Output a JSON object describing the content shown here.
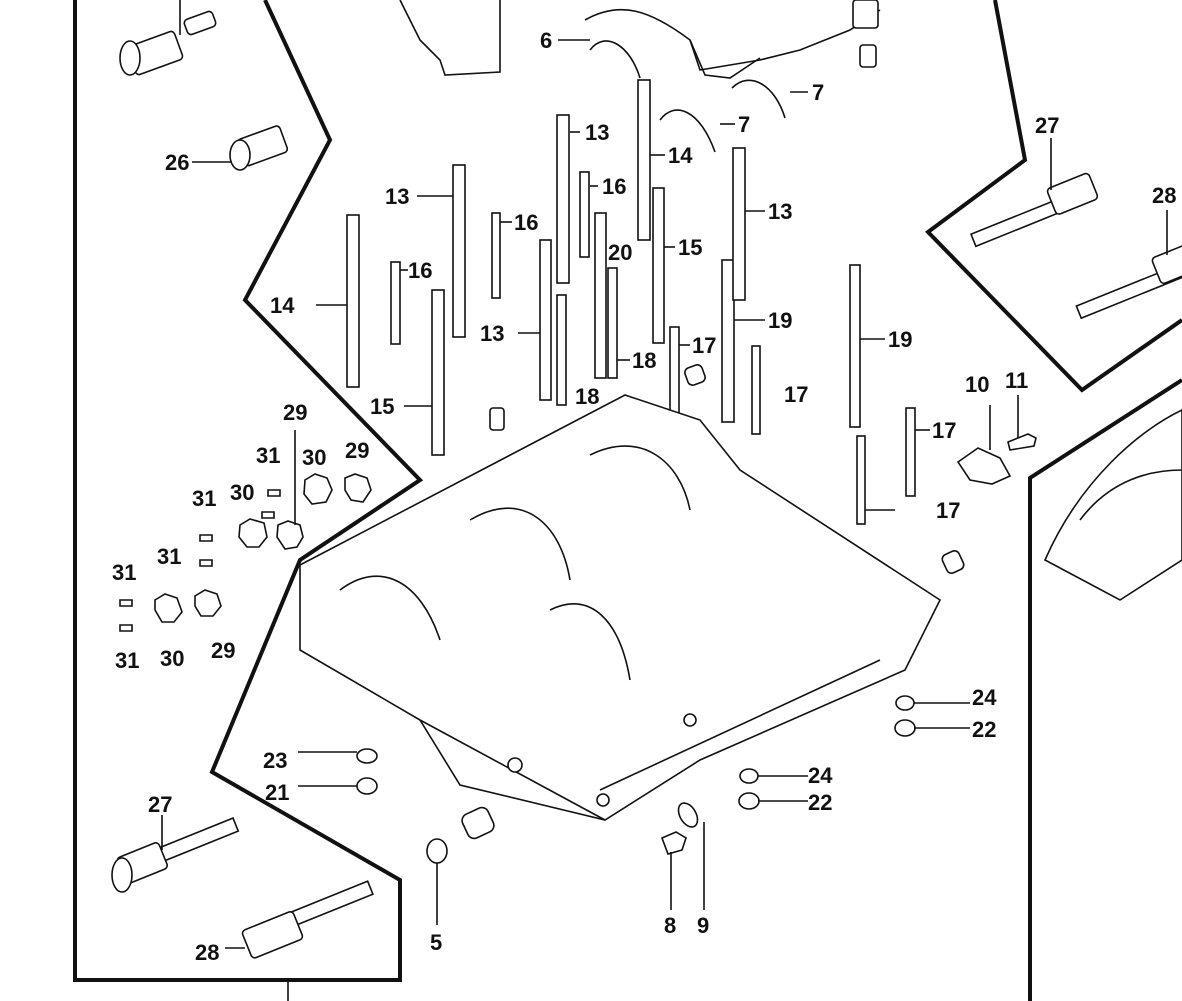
{
  "diagram": {
    "kind": "exploded-parts-view",
    "subject": "crankcase-lower-half",
    "callouts": {
      "c5": "5",
      "c6": "6",
      "c7a": "7",
      "c7b": "7",
      "c8": "8",
      "c9": "9",
      "c10": "10",
      "c11": "11",
      "c13a": "13",
      "c13b": "13",
      "c13c": "13",
      "c13d": "13",
      "c14a": "14",
      "c14b": "14",
      "c15a": "15",
      "c15b": "15",
      "c16a": "16",
      "c16b": "16",
      "c16c": "16",
      "c17a": "17",
      "c17b": "17",
      "c17c": "17",
      "c17d": "17",
      "c18a": "18",
      "c18b": "18",
      "c19a": "19",
      "c19b": "19",
      "c20": "20",
      "c21": "21",
      "c22a": "22",
      "c22b": "22",
      "c23": "23",
      "c24a": "24",
      "c24b": "24",
      "c26": "26",
      "c27a": "27",
      "c27b": "27",
      "c28a": "28",
      "c28b": "28",
      "c29a": "29",
      "c29b": "29",
      "c29c": "29",
      "c30a": "30",
      "c30b": "30",
      "c30c": "30",
      "c31a": "31",
      "c31b": "31",
      "c31c": "31",
      "c31d": "31",
      "c31e": "31"
    }
  }
}
